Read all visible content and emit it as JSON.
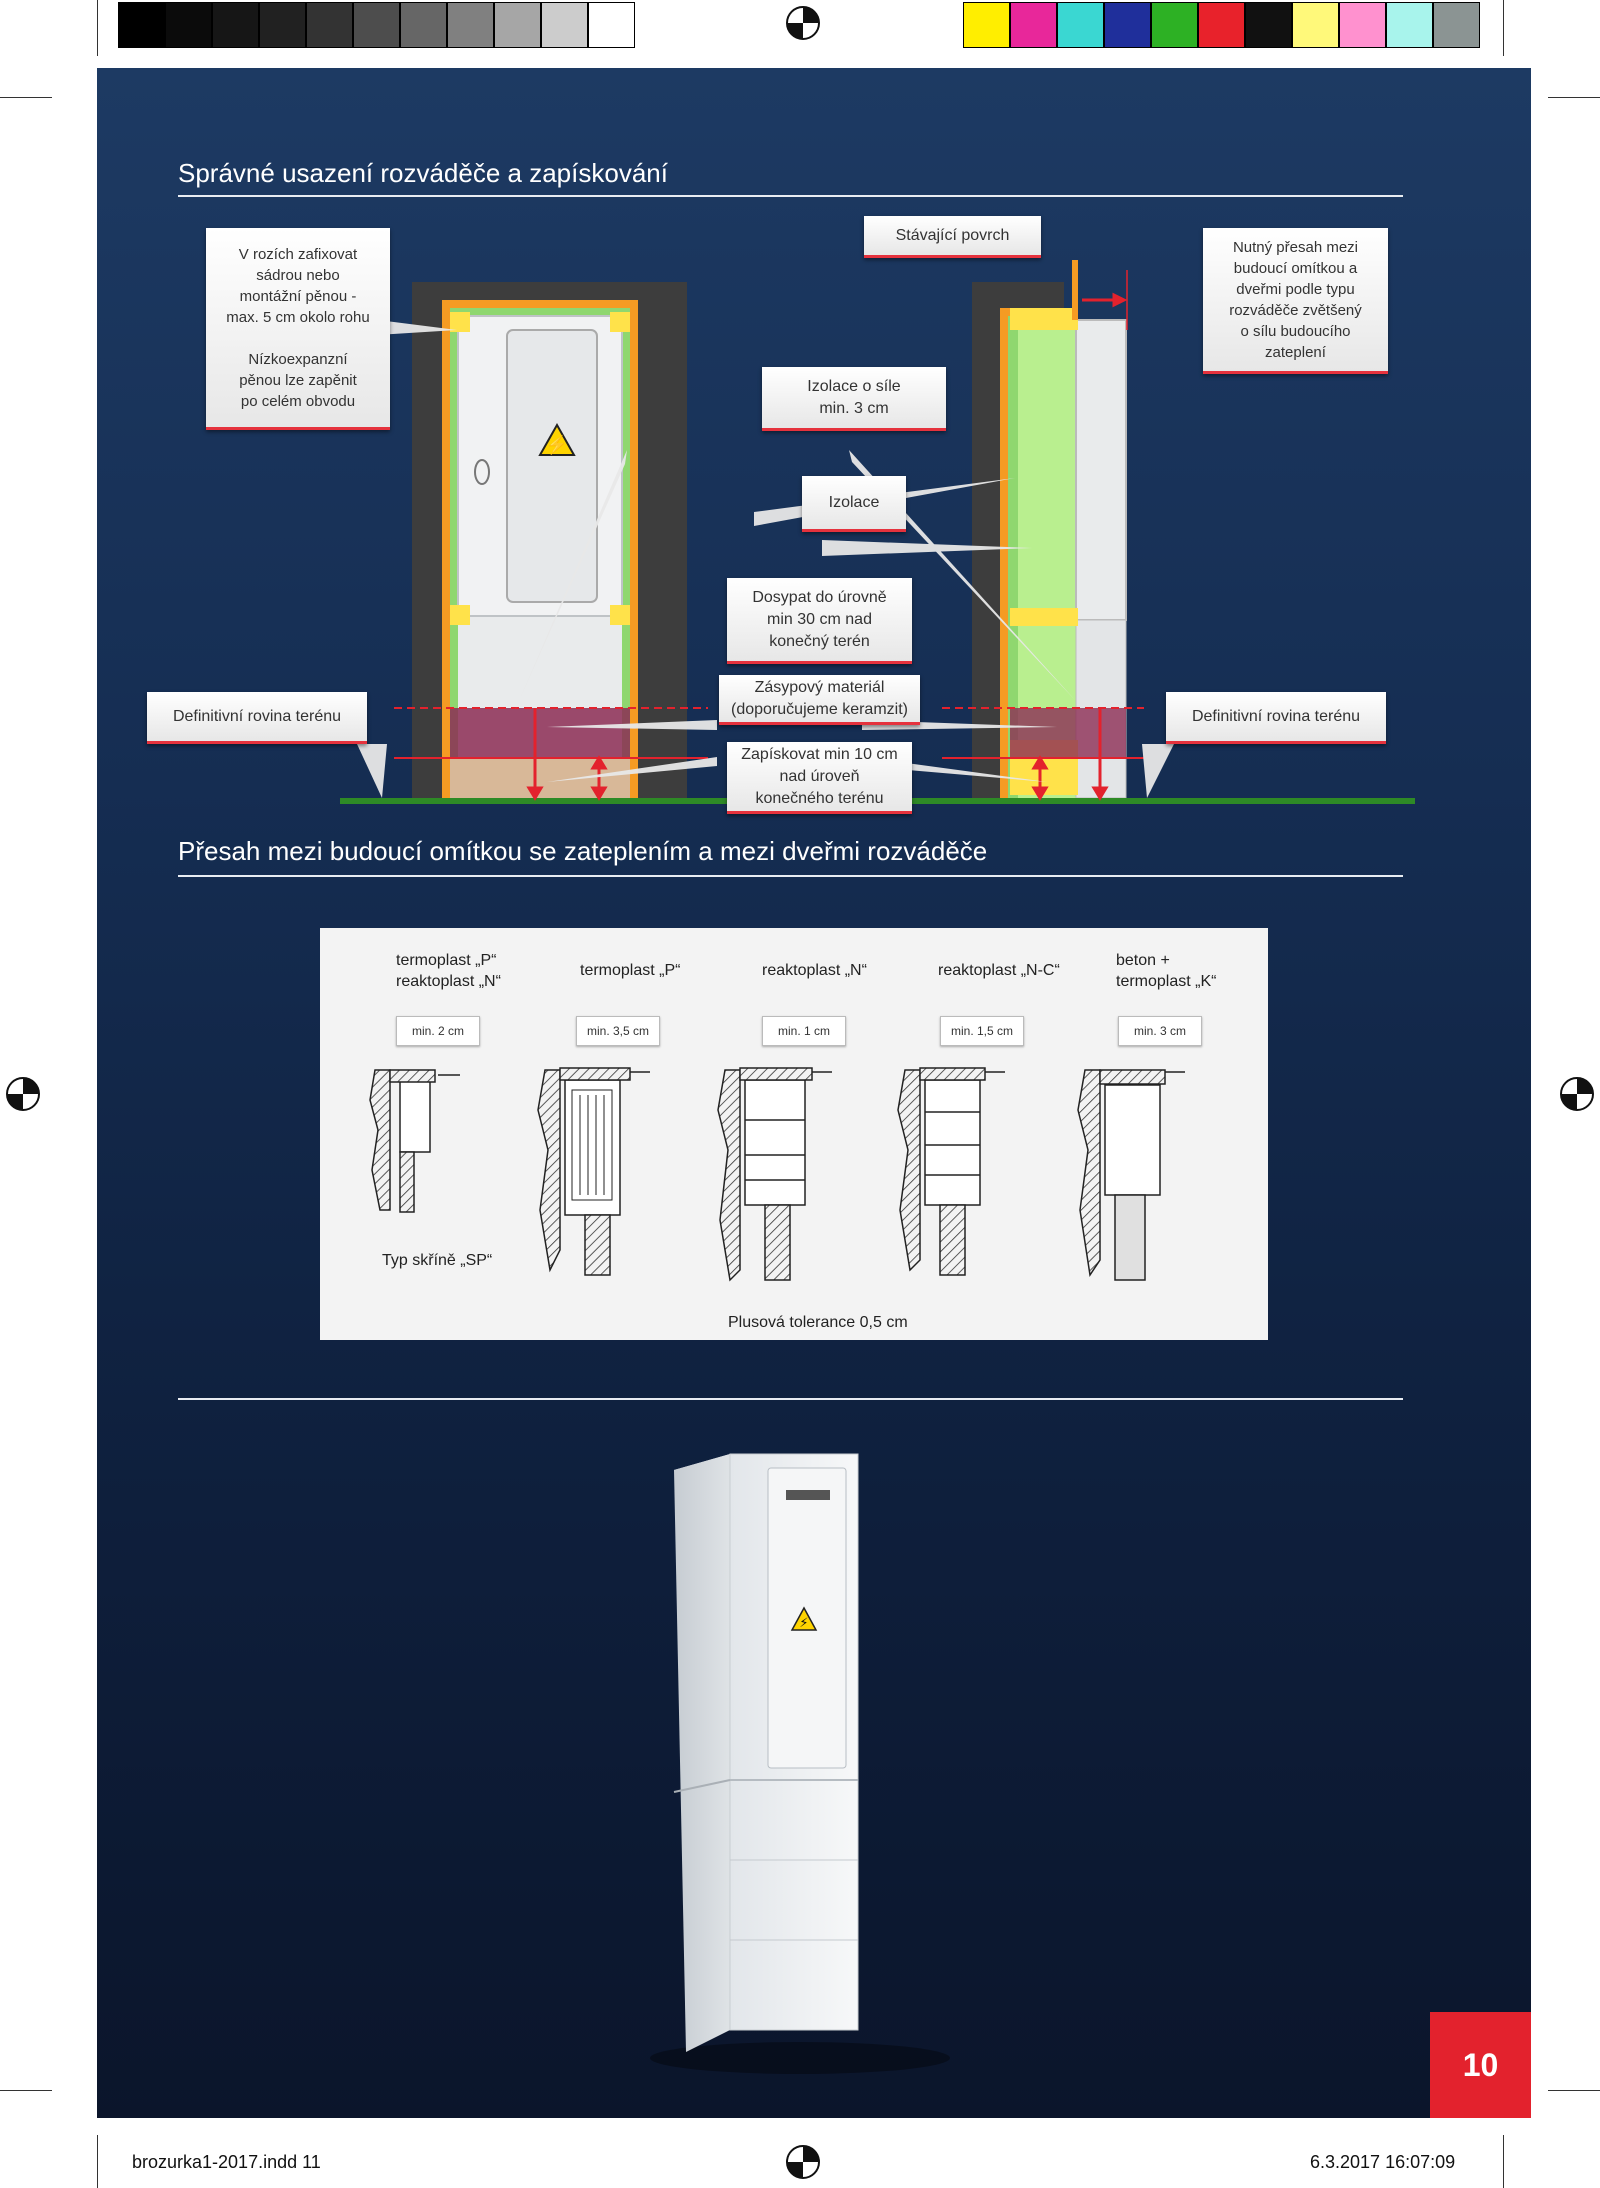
{
  "color_bar": {
    "grays": [
      "#000000",
      "#0b0b0b",
      "#161616",
      "#212121",
      "#333333",
      "#4d4d4d",
      "#666666",
      "#808080",
      "#a6a6a6",
      "#cccccc",
      "#ffffff"
    ],
    "colors": [
      "#ffee00",
      "#e8279a",
      "#3ad7d2",
      "#1f2f9b",
      "#2db124",
      "#e8222b",
      "#111111",
      "#fff97a",
      "#ff91cf",
      "#a8f4ec",
      "#8b9493"
    ]
  },
  "section1": {
    "title": "Správné usazení rozváděče a zapískování",
    "callouts": {
      "fix_corners": "V rozích zafixovat\nsádrou nebo\nmontážní pěnou -\nmax. 5 cm okolo rohu\n\nNízkoexpanzní\npěnou lze zapěnit\npo celém obvodu",
      "existing_surface": "Stávající povrch",
      "overlap": "Nutný přesah mezi\nbudoucí omítkou a\ndveřmi podle typu\nrozváděče zvětšený\no sílu budoucího\nzateplení",
      "insulation_min": "Izolace o síle\nmin. 3 cm",
      "insulation": "Izolace",
      "backfill": "Dosypat do úrovně\nmin 30 cm nad\nkonečný terén",
      "backfill_material": "Zásypový materiál\n(doporučujeme keramzit)",
      "sand": "Zapískovat min 10 cm\nnad úroveň\nkonečného terénu",
      "ground_left": "Definitivní rovina terénu",
      "ground_right": "Definitivní rovina terénu"
    }
  },
  "section2": {
    "title": "Přesah mezi budoucí omítkou se zateplením a mezi dveřmi rozváděče",
    "types": [
      {
        "title": "termoplast „P“\nreaktoplast „N“",
        "min": "min. 2 cm"
      },
      {
        "title": "termoplast „P“",
        "min": "min. 3,5 cm"
      },
      {
        "title": "reaktoplast „N“",
        "min": "min. 1 cm"
      },
      {
        "title": "reaktoplast „N-C“",
        "min": "min. 1,5 cm"
      },
      {
        "title": "beton +\ntermoplast „K“",
        "min": "min. 3 cm"
      }
    ],
    "type_note": "Typ skříně „SP“",
    "tolerance": "Plusová tolerance 0,5 cm"
  },
  "page_number": "10",
  "footer": {
    "file": "brozurka1-2017.indd   11",
    "date": "6.3.2017   16:07:09"
  }
}
